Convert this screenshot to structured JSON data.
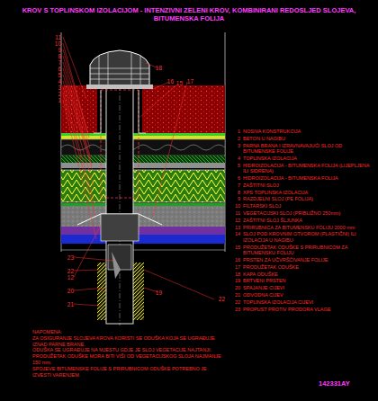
{
  "diagram": {
    "title": "KROV S TOPLINSKOM IZOLACIJOM - INTENZIVNI ZELENI KROV, KOMBINIRANI REDOSLJED SLOJEVA, BITUMENSKA FOLIJA",
    "labels": [
      "11",
      "10",
      "9",
      "8",
      "7",
      "6",
      "5",
      "4",
      "3",
      "2",
      "1",
      "18",
      "16",
      "15",
      "17",
      "23",
      "22",
      "12",
      "20",
      "21",
      "19",
      "22",
      "1",
      "NOSIVA KONSTRUKCIJA",
      "2",
      "BETON U NAGIBU",
      "3",
      "PARNA BRANA I IZRAVNAVAJUĆI SLOJ OD BITUMENSKE FOLIJE",
      "4",
      "TOPLINSKA IZOLACIJA",
      "5",
      "HIDROIZOLACIJA - BITUMENSKA FOLIJA (LIJEPLJENA ILI SIDRENA)",
      "6",
      "HIDROIZOLACIJA - BITUMENSKA FOLIJA",
      "7",
      "ZAŠTITNI SLOJ",
      "8",
      "XPS TOPLINSKA IZOLACIJA",
      "9",
      "RAZDJELNI SLOJ (PE FOLIJA)",
      "10",
      "FILTARSKI SLOJ",
      "11",
      "VEGETACIJSKI SLOJ (PRIBLIŽNO 250mm)",
      "12",
      "ZAŠTITNI SLOJ ŠLJUNKA",
      "13",
      "PRIRUBNICA ZA BITUMENSKU FOLIJU 2000 mm",
      "14",
      "SLOJ POD KROVNIM OTVOROM (PLASTIČNI) ILI IZOLACIJA U NAGIBU",
      "15",
      "PRODUŽETAK ODUŠKE S PRIRUBNICOM ZA BITUMENSKU FOLIJU",
      "16",
      "PRSTEN ZA UČVRŠĆIVANJE FOLIJE",
      "17",
      "PRODUŽETAK ODUŠKE",
      "18",
      "KAPA ODUŠKE",
      "19",
      "BRTVENI PRSTEN",
      "20",
      "SPAJANJE CIJEVI",
      "21",
      "ODVODNA CIJEV",
      "22",
      "TOPLINSKA IZOLACIJA CIJEVI",
      "23",
      "PROPUST PROTIV PRODORA VLAGE",
      "NAPOMENA:",
      "ZA OSIGURANJE SLOJEVA KROVA KORISTI SE ODUŠKA KOJA SE UGRAĐUJE IZNAD PARNE BRANE.",
      "ODUŠKA SE UGRAĐUJE NA MJESTU GDJE JE SLOJ VEGETACIJE NAJTANJI.",
      "PRODUŽETAK ODUŠKE MORA BITI VIŠI OD VEGETACIJSKOG SLOJA NAJMANJE 150 mm.",
      "SPOJEVE BITUMENSKE FOLIJE S PRIRUBNICOM ODUŠKE POTREBNO JE IZVESTI VARENJEM.",
      "142331AY"
    ]
  }
}
